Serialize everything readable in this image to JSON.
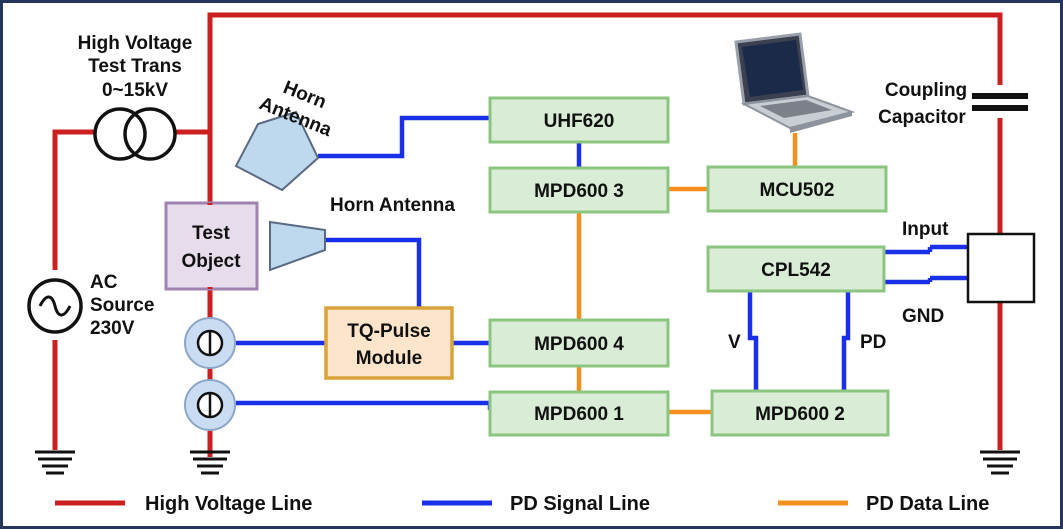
{
  "components": {
    "transformer": [
      "High Voltage",
      "Test Trans",
      "0~15kV"
    ],
    "ac_source": [
      "AC",
      "Source",
      "230V"
    ],
    "horn_antenna_top": [
      "Horn",
      "Antenna"
    ],
    "horn_antenna_mid": "Horn Antenna",
    "test_object": [
      "Test",
      "Object"
    ],
    "tq_pulse": [
      "TQ-Pulse",
      "Module"
    ],
    "coupling_capacitor": [
      "Coupling",
      "Capacitor"
    ]
  },
  "blocks": {
    "uhf620": "UHF620",
    "mpd600_3": "MPD600 3",
    "mcu502": "MCU502",
    "cpl542": "CPL542",
    "mpd600_4": "MPD600 4",
    "mpd600_1": "MPD600 1",
    "mpd600_2": "MPD600 2"
  },
  "connection_labels": {
    "input": "Input",
    "gnd": "GND",
    "v": "V",
    "pd": "PD"
  },
  "legend": [
    {
      "label": "High Voltage Line",
      "color": "#cc1f1f"
    },
    {
      "label": "PD Signal Line",
      "color": "#1a2fe8"
    },
    {
      "label": "PD Data Line",
      "color": "#f5901e"
    }
  ],
  "colors": {
    "high_voltage": "#cc1f1f",
    "pd_signal": "#1a2fe8",
    "pd_data": "#f5901e",
    "block_fill": "#d9ecd6",
    "block_border": "#8cc57f",
    "test_object_fill": "#e6dceb",
    "test_object_border": "#a083b0",
    "tq_fill": "#fde5cc",
    "tq_border": "#d9a33a",
    "frame": "#25365a"
  }
}
